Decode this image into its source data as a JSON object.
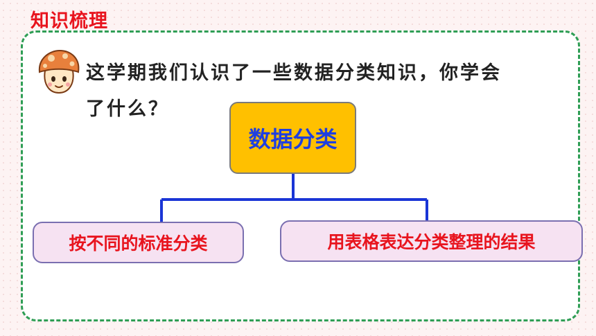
{
  "section_title": "知识梳理",
  "question": {
    "line1": "这学期我们认识了一些数据分类知识，你学会",
    "line2": "了什么？"
  },
  "diagram": {
    "root": "数据分类",
    "children": [
      "按不同的标准分类",
      "用表格表达分类整理的结果"
    ]
  },
  "colors": {
    "title_red": "#e8141e",
    "panel_border_green": "#2f9e55",
    "root_fill": "#ffc000",
    "root_text": "#1f3fe0",
    "connector_blue": "#1a35d6",
    "leaf_fill": "#f6e2f2"
  },
  "icons": [
    "mushroom-mascot-icon"
  ]
}
